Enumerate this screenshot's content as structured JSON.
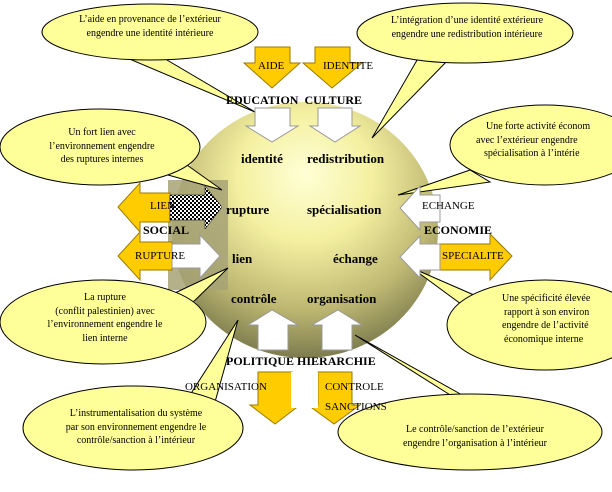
{
  "colors": {
    "bubble": "#ffff99",
    "arrow_fill": "#ffcc00",
    "globe_light": "#ffffcc",
    "globe_dark": "#7a7a4a",
    "hatch": "#000000"
  },
  "bubbles": [
    {
      "id": "aide",
      "lines": [
        "L’aide en provenance de l’extérieur",
        "engendre une identité intérieure"
      ]
    },
    {
      "id": "integration",
      "lines": [
        "L’intégration d’une identité extérieure",
        "engendre une redistribution intérieure"
      ]
    },
    {
      "id": "fort_lien",
      "lines": [
        "Un fort lien avec",
        "l’environnement  engendre",
        "des ruptures internes"
      ]
    },
    {
      "id": "forte_activite",
      "lines": [
        "Une forte activité économ",
        "avec l’extérieur engendre",
        "spécialisation à l’intérie"
      ]
    },
    {
      "id": "rupture",
      "lines": [
        "La rupture",
        "(conflit palestinien) avec",
        "l’environnement engendre le",
        "lien interne"
      ]
    },
    {
      "id": "specificite",
      "lines": [
        "Une spécificité élevée",
        "rapport à son environ",
        "engendre de l’activité",
        "économique interne"
      ]
    },
    {
      "id": "instrumentalisation",
      "lines": [
        "L’instrumentalisation du système",
        "par son environnement engendre le",
        "contrôle/sanction à l’intérieur"
      ]
    },
    {
      "id": "controle_sanction",
      "lines": [
        "Le contrôle/sanction de l’extérieur",
        "engendre l’organisation à l’intérieur"
      ]
    }
  ],
  "inner_nodes": {
    "identite": "identité",
    "redistribution": "redistribution",
    "rupture": "rupture",
    "specialisation": "spécialisation",
    "lien": "lien",
    "echange": "échange",
    "controle": "contrôle",
    "organisation": "organisation"
  },
  "headers": {
    "education_culture": "EDUCATION  CULTURE",
    "social": "SOCIAL",
    "economie": "ECONOMIE",
    "politique_hierarchie": "POLITIQUE HIERARCHIE"
  },
  "arrow_labels": {
    "aide": "AIDE",
    "identite": "IDENTITE",
    "lien": "LIEN",
    "rupture": "RUPTURE",
    "echange": "ECHANGE",
    "specialite": "SPECIALITE",
    "organisation": "ORGANISATION",
    "controle": "CONTROLE",
    "sanctions": "SANCTIONS"
  }
}
